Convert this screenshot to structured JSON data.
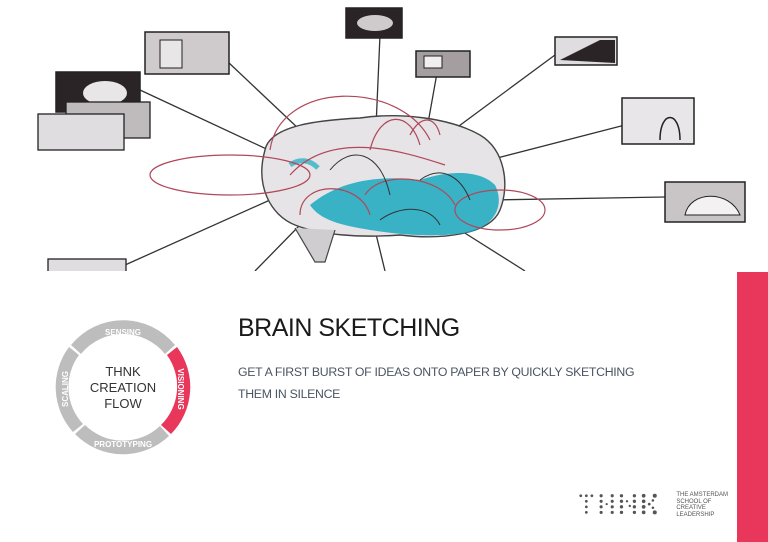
{
  "slide": {
    "title": "BRAIN SKETCHING",
    "subtitle_line1": "GET A FIRST BURST OF IDEAS ONTO PAPER BY QUICKLY SKETCHING",
    "subtitle_line2": "THEM IN SILENCE"
  },
  "flow_wheel": {
    "center_line1": "THNK",
    "center_line2": "CREATION",
    "center_line3": "FLOW",
    "segments": [
      {
        "label": "SENSING",
        "active": false
      },
      {
        "label": "VISIONING",
        "active": true
      },
      {
        "label": "PROTOTYPING",
        "active": false
      },
      {
        "label": "SCALING",
        "active": false
      }
    ],
    "active_color": "#e8375a",
    "inactive_color": "#bdbdbd"
  },
  "logo": {
    "mark": "THNK",
    "line1": "The Amsterdam",
    "line2": "School of",
    "line3": "Creative",
    "line4": "Leadership"
  },
  "illustration": {
    "description": "Hand-drawn brain sketch with arrows connecting to idea thumbnails",
    "accent_teal": "#1aa9bf",
    "arrow_red": "#b0485a"
  },
  "colors": {
    "accent": "#e8375a",
    "title": "#1a1a1a",
    "subtitle": "#4a5563"
  }
}
